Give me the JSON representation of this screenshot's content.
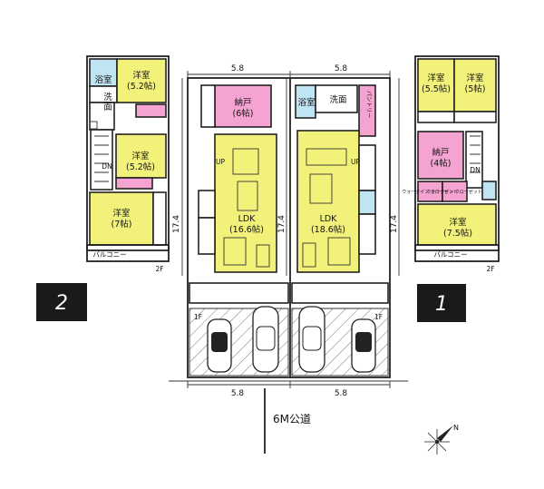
{
  "labels": {
    "width_top_left": "5.8",
    "width_top_right": "5.8",
    "width_bottom_left": "5.8",
    "width_bottom_right": "5.8",
    "depth_a": "17.4",
    "depth_b": "17.4",
    "depth_c": "17.4",
    "road": "6M公道",
    "north_mark": "N"
  },
  "lot2": {
    "number": "2",
    "floor1_label": "1F",
    "floor2_label": "2F",
    "balcony": "バルコニー",
    "bath": "浴室",
    "washroom": [
      "洗",
      "面"
    ],
    "room_a": {
      "name": "洋室",
      "size": "(5.2帖)"
    },
    "room_b": {
      "name": "洋室",
      "size": "(5.2帖)"
    },
    "room_c": {
      "name": "洋室",
      "size": "(7帖)"
    },
    "storage": {
      "name": "納戸",
      "size": "(6帖)"
    },
    "ldk": {
      "name": "LDK",
      "size": "(16.6帖)"
    },
    "dn": "DN",
    "up": "UP"
  },
  "lot1": {
    "number": "1",
    "floor1_label": "1F",
    "floor2_label": "2F",
    "balcony": "バルコニー",
    "bath": "浴室",
    "washroom": "洗面",
    "pantry": "パントリー",
    "room_a": {
      "name": "洋室",
      "size": "(5.5帖)"
    },
    "room_b": {
      "name": "洋室",
      "size": "(5帖)"
    },
    "room_c": {
      "name": "洋室",
      "size": "(7.5帖)"
    },
    "storage": {
      "name": "納戸",
      "size": "(4帖)"
    },
    "walkin_a": "ウォークイン クローゼット",
    "walkin_b": "ウォークイン クローゼット",
    "ldk": {
      "name": "LDK",
      "size": "(18.6帖)"
    },
    "dn": "DN",
    "up": "UP"
  },
  "colors": {
    "western_room": "#f2f27a",
    "storage_room": "#f5a3d0",
    "wet_area": "#bfe5f3",
    "plot_number_bg": "#1a1a1a"
  }
}
